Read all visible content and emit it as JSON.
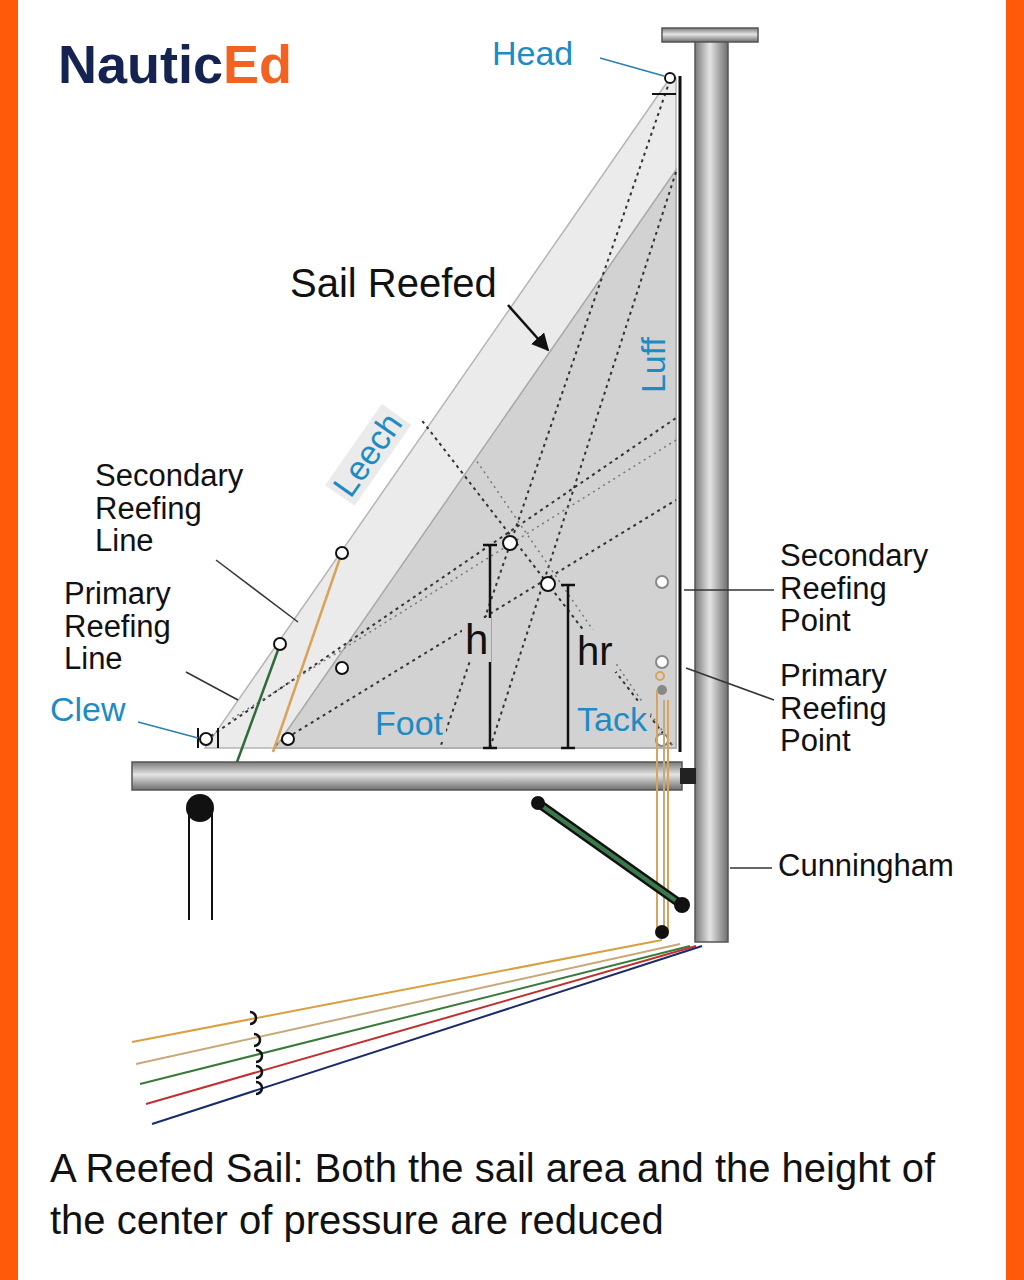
{
  "diagram": {
    "caption": "A Reefed Sail: Both the sail area and the height of the center of pressure are reduced",
    "labels": [
      "Nautic",
      "Ed",
      "Head",
      "Sail Reefed",
      "Leech",
      "Luff",
      "Secondary Reefing Line",
      "Primary Reefing Line",
      "Clew",
      "h",
      "hr",
      "Foot",
      "Tack",
      "Secondary Reefing Point",
      "Primary Reefing Point",
      "Cunningham"
    ]
  }
}
